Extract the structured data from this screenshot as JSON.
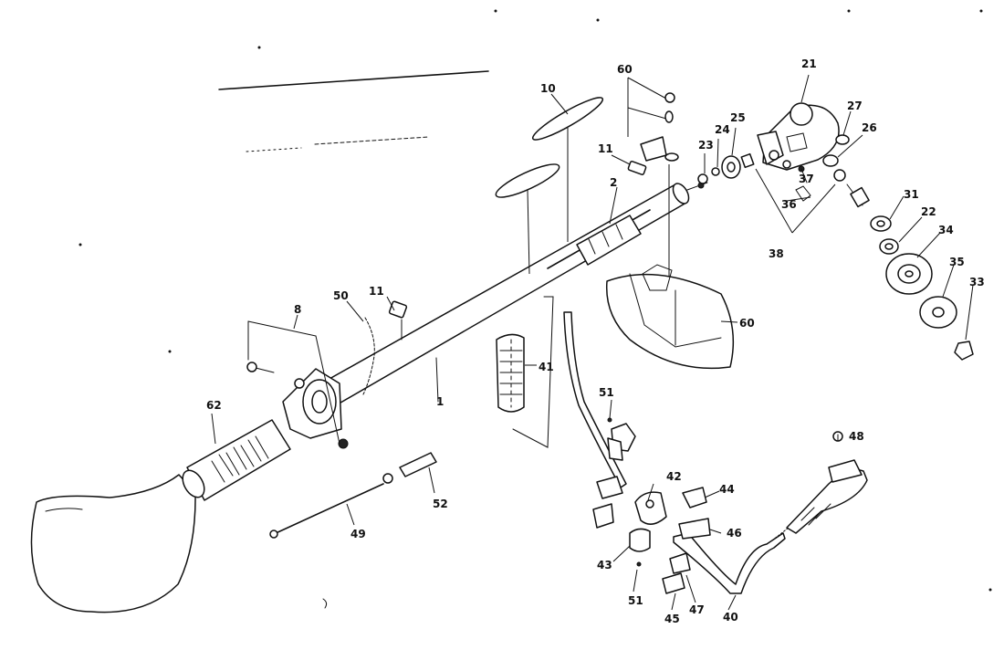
{
  "callouts": [
    {
      "id": "c60a",
      "text": "60"
    },
    {
      "id": "c10",
      "text": "10"
    },
    {
      "id": "c21",
      "text": "21"
    },
    {
      "id": "c27",
      "text": "27"
    },
    {
      "id": "c25",
      "text": "25"
    },
    {
      "id": "c24",
      "text": "24"
    },
    {
      "id": "c23",
      "text": "23"
    },
    {
      "id": "c26",
      "text": "26"
    },
    {
      "id": "c11a",
      "text": "11"
    },
    {
      "id": "c37",
      "text": "37"
    },
    {
      "id": "c2",
      "text": "2"
    },
    {
      "id": "c36",
      "text": "36"
    },
    {
      "id": "c31",
      "text": "31"
    },
    {
      "id": "c22",
      "text": "22"
    },
    {
      "id": "c34",
      "text": "34"
    },
    {
      "id": "c38",
      "text": "38"
    },
    {
      "id": "c35",
      "text": "35"
    },
    {
      "id": "c33",
      "text": "33"
    },
    {
      "id": "c50",
      "text": "50"
    },
    {
      "id": "c11b",
      "text": "11"
    },
    {
      "id": "c8",
      "text": "8"
    },
    {
      "id": "c60b",
      "text": "60"
    },
    {
      "id": "c41",
      "text": "41"
    },
    {
      "id": "c1",
      "text": "1"
    },
    {
      "id": "c62",
      "text": "62"
    },
    {
      "id": "c51a",
      "text": "51"
    },
    {
      "id": "c48",
      "text": "48"
    },
    {
      "id": "c42",
      "text": "42"
    },
    {
      "id": "c44",
      "text": "44"
    },
    {
      "id": "c52",
      "text": "52"
    },
    {
      "id": "c46",
      "text": "46"
    },
    {
      "id": "c49",
      "text": "49"
    },
    {
      "id": "c43",
      "text": "43"
    },
    {
      "id": "c51b",
      "text": "51"
    },
    {
      "id": "c45",
      "text": "45"
    },
    {
      "id": "c47",
      "text": "47"
    },
    {
      "id": "c40",
      "text": "40"
    }
  ]
}
